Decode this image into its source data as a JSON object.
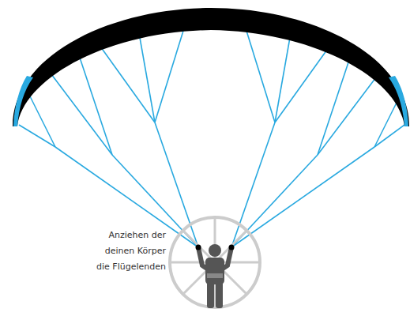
{
  "diagram": {
    "labels": [
      "Anziehen der",
      "deinen Körper",
      "die Flügelenden"
    ]
  }
}
